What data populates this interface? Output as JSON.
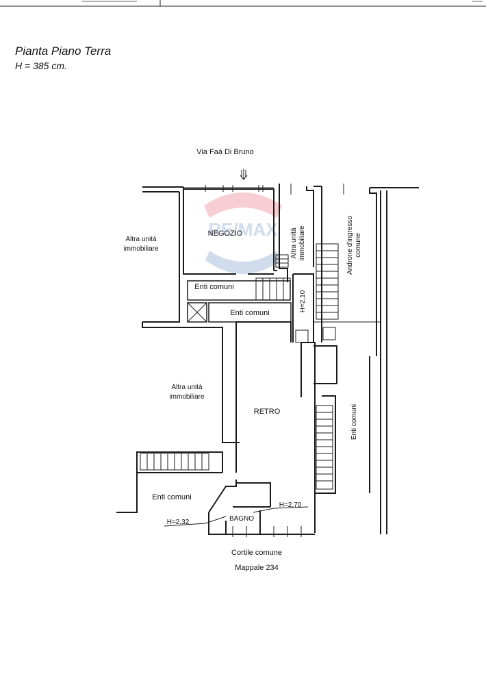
{
  "header": {
    "title": "Pianta Piano Terra",
    "height": "H = 385 cm."
  },
  "plan": {
    "street": "Via Faà Di Bruno",
    "negozio": "NEGOZIO",
    "altra_unita_top_left_1": "Altra unità",
    "altra_unita_top_left_2": "immobiliare",
    "altra_unita_vertical_1": "Altra unità",
    "altra_unita_vertical_2": "immobiliare",
    "androne_1": "Androne d'ingresso",
    "androne_2": "comune",
    "enti_comuni_upper": "Enti comuni",
    "enti_comuni_middle": "Enti comuni",
    "h_210": "H=2,10",
    "altra_unita_mid_1": "Altra unità",
    "altra_unita_mid_2": "immobiliare",
    "retro": "RETRO",
    "enti_comuni_right": "Enti comuni",
    "enti_comuni_lower": "Enti comuni",
    "h_270": "H=2,70",
    "h_232": "H=2,32",
    "bagno": "BAGNO",
    "cortile": "Cortile comune",
    "mappale": "Mappale 234"
  },
  "watermark": "RE/MAX"
}
